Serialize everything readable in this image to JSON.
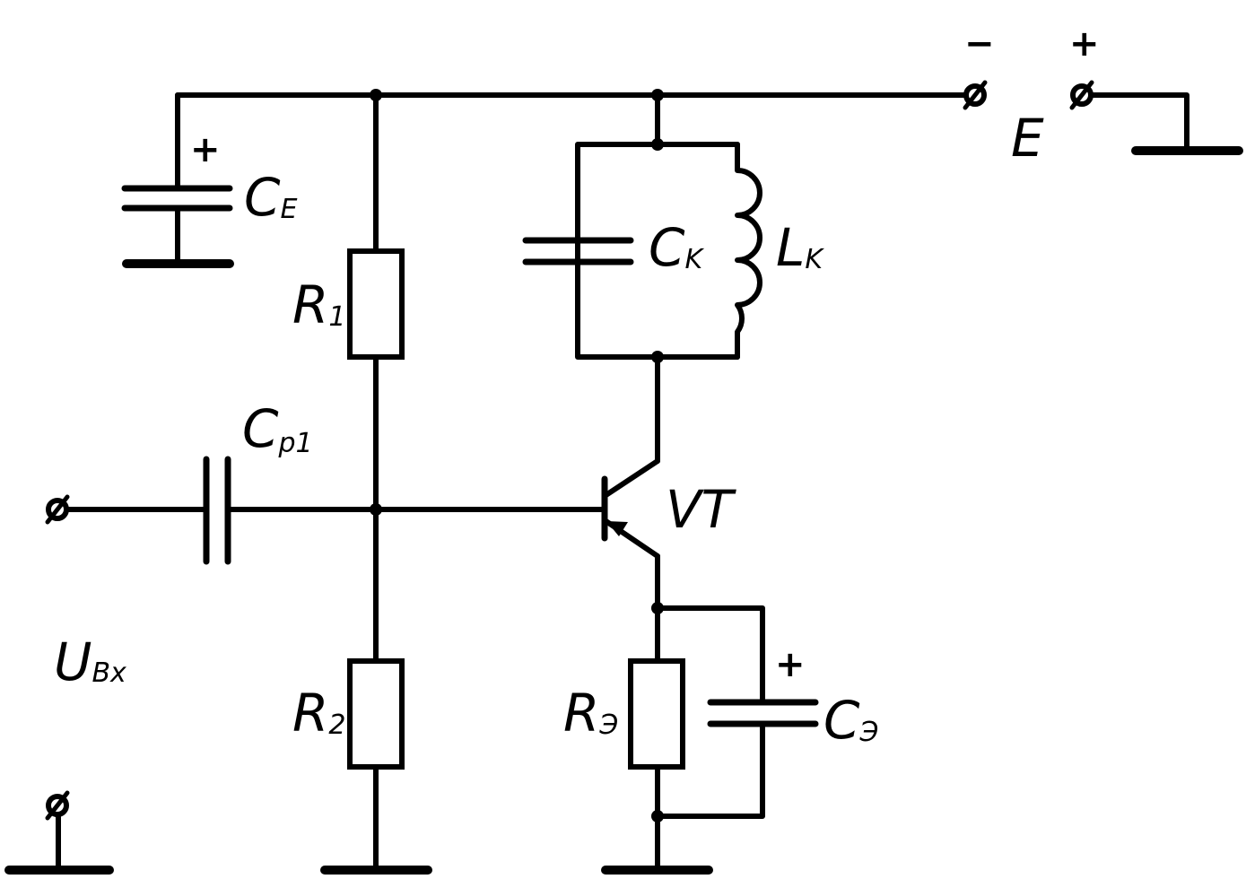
{
  "supply": {
    "label": "E",
    "minus_sign": "−",
    "plus_sign": "+"
  },
  "components": {
    "ce": {
      "main": "C",
      "sub": "E",
      "polarity": "+"
    },
    "r1": {
      "main": "R",
      "sub": "1"
    },
    "r2": {
      "main": "R",
      "sub": "2"
    },
    "cp1": {
      "main": "C",
      "sub": "p1"
    },
    "ck": {
      "main": "C",
      "sub": "K"
    },
    "lk": {
      "main": "L",
      "sub": "K"
    },
    "vt": {
      "main": "VT"
    },
    "re": {
      "main": "R",
      "sub": "Э"
    },
    "ce2": {
      "main": "C",
      "sub": "Э",
      "polarity": "+"
    }
  },
  "input": {
    "main": "U",
    "sub": "Bx"
  }
}
